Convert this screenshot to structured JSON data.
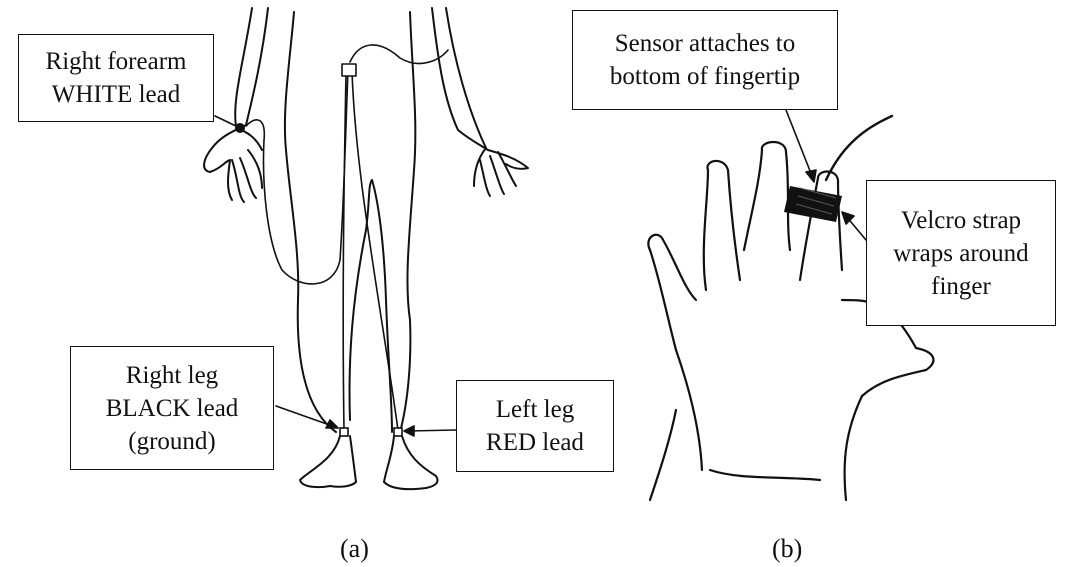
{
  "figure_a": {
    "callouts": {
      "right_forearm": [
        "Right forearm",
        "WHITE lead"
      ],
      "right_leg": [
        "Right leg",
        "BLACK lead",
        "(ground)"
      ],
      "left_leg": [
        "Left leg",
        "RED lead"
      ]
    },
    "caption": "(a)"
  },
  "figure_b": {
    "callouts": {
      "sensor": [
        "Sensor attaches to",
        "bottom of fingertip"
      ],
      "velcro": [
        "Velcro strap",
        "wraps around",
        "finger"
      ]
    },
    "caption": "(b)"
  },
  "colors": {
    "ink": "#111111",
    "background": "#ffffff"
  }
}
